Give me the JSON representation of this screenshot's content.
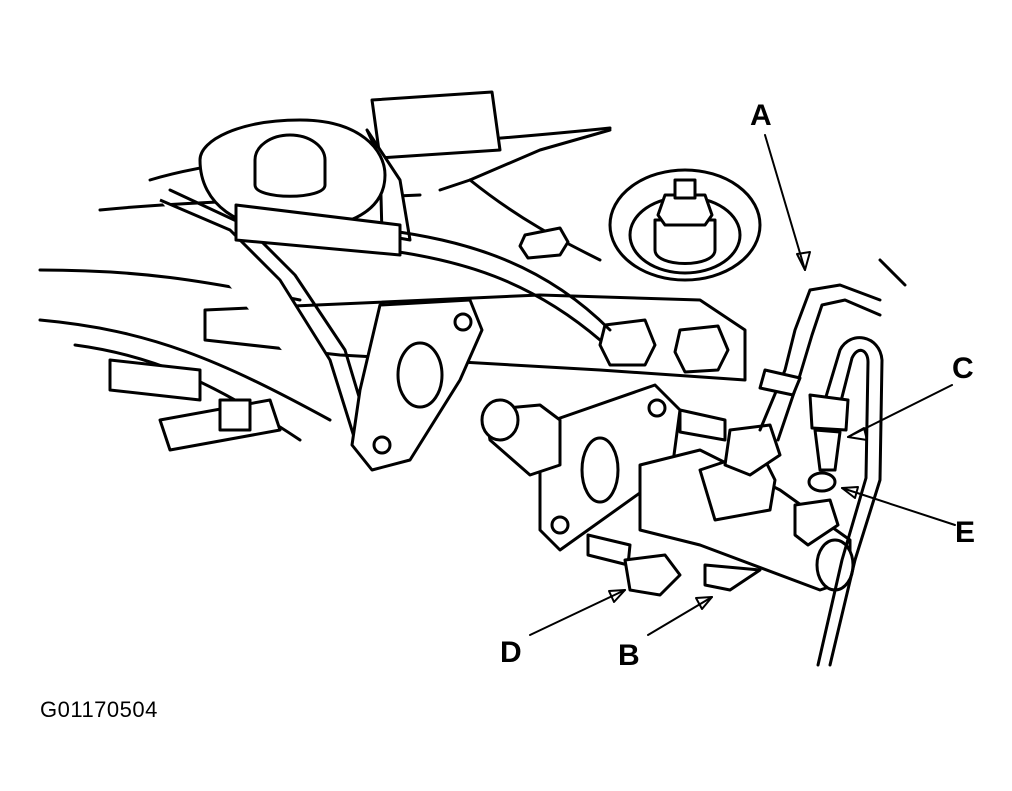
{
  "diagram": {
    "figure_id": "G01170504",
    "callouts": {
      "a": "A",
      "b": "B",
      "c": "C",
      "d": "D",
      "e": "E"
    }
  }
}
